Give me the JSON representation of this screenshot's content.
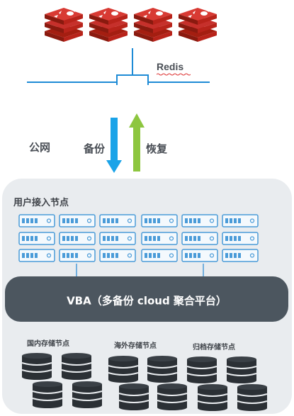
{
  "redis_label": "Redis",
  "labels": {
    "public_network": "公网",
    "backup": "备份",
    "restore": "恢复"
  },
  "access_nodes": {
    "title": "用户接入节点"
  },
  "platform": {
    "name": "VBA（多备份 cloud 聚合平台）"
  },
  "storage": {
    "domestic": "国内存储节点",
    "overseas": "海外存储节点",
    "archive": "归档存储节点"
  },
  "colors": {
    "redis_red": "#c6302b",
    "backup_arrow": "#1aa3e8",
    "restore_arrow": "#8dc63f",
    "panel_bg": "#e9ecef",
    "platform_bar": "#4c565f",
    "server_outline": "#4a9bd8",
    "database": "#2b3035"
  }
}
